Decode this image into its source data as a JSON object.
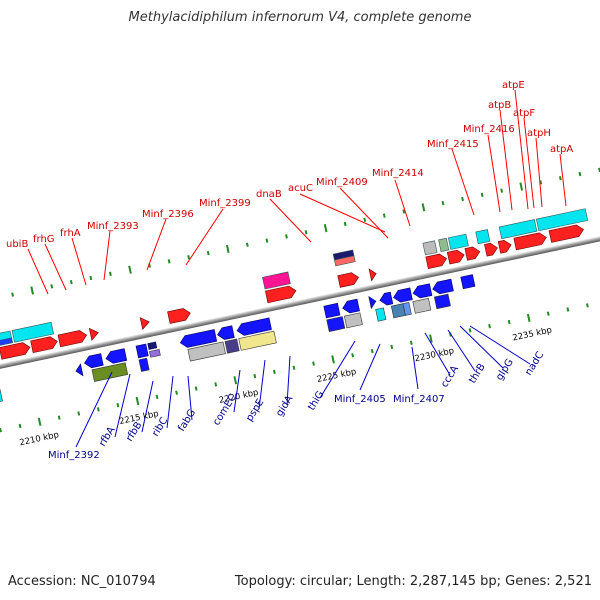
{
  "title": "Methylacidiphilum infernorum V4, complete genome",
  "footer": {
    "accession": "Accession: NC_010794",
    "topology": "Topology: circular; Length: 2,287,145 bp; Genes: 2,521"
  },
  "colors": {
    "top_label": "#cc0000",
    "bottom_label": "#00008b",
    "backbone": "#888888",
    "tick": "#228b22"
  },
  "ticks": [
    "2210 kbp",
    "2215 kbp",
    "2220 kbp",
    "2225 kbp",
    "2230 kbp",
    "2235 kbp"
  ],
  "top_genes": [
    "ubiB",
    "frhG",
    "frhA",
    "Minf_2393",
    "Minf_2396",
    "Minf_2399",
    "dnaB",
    "acuC",
    "Minf_2409",
    "Minf_2414",
    "Minf_2415",
    "Minf_2416",
    "atpB",
    "atpE",
    "atpF",
    "atpH",
    "atpA"
  ],
  "bottom_genes": [
    "Minf_2392",
    "rfbA",
    "rfbB",
    "ribC",
    "fabG",
    "comEC",
    "pspE",
    "gidA",
    "thiG",
    "Minf_2405",
    "Minf_2407",
    "cccA",
    "thrB",
    "glpG",
    "nadC"
  ]
}
